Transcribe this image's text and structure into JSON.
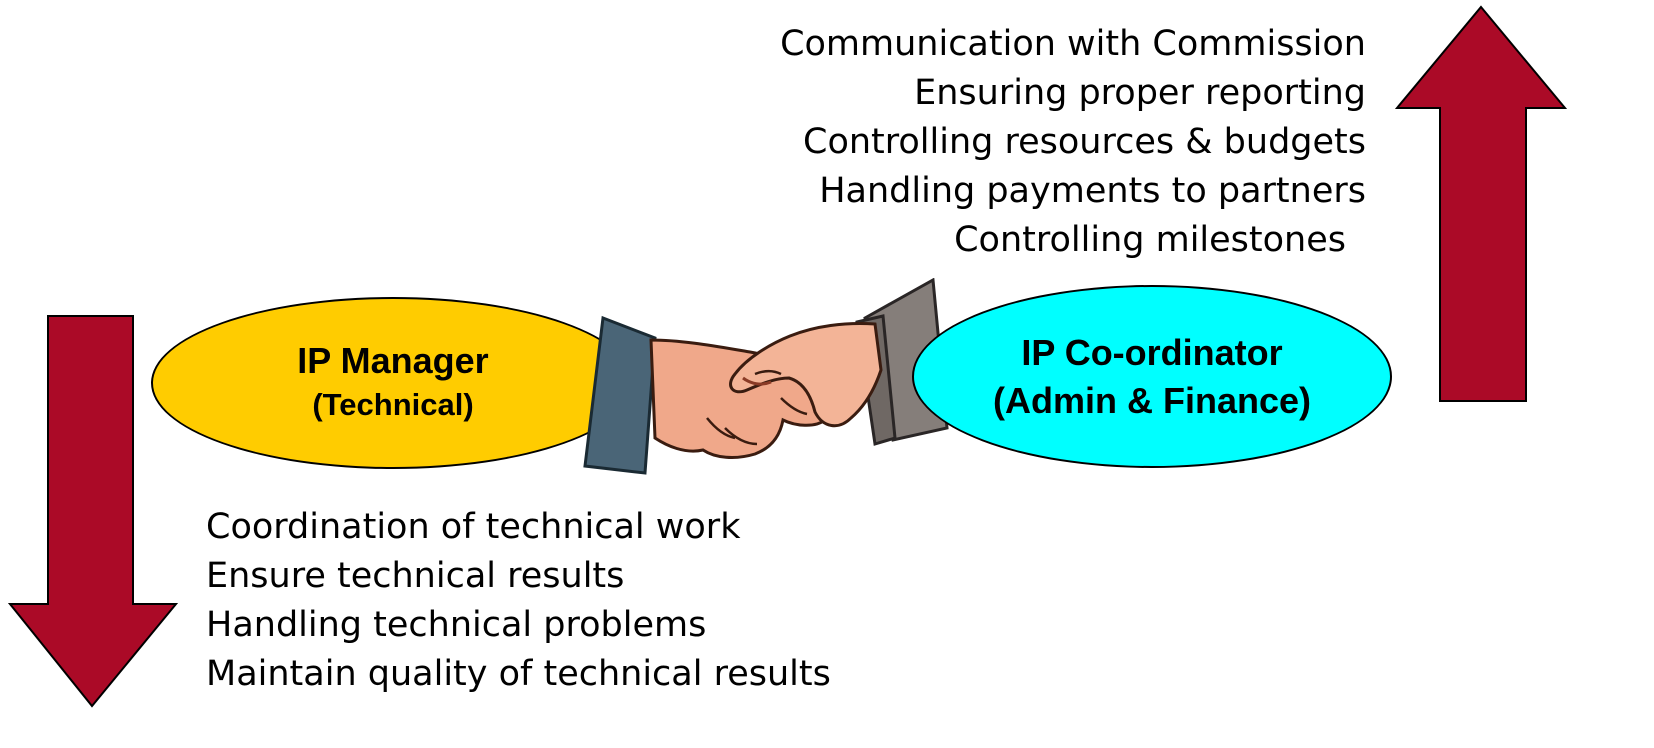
{
  "colors": {
    "arrow_fill": "#ab0a27",
    "manager_fill": "#ffcc00",
    "coordinator_fill": "#00ffff",
    "sleeve_left": "#4a6577",
    "sleeve_right": "#857e7a",
    "skin": "#f0a88a"
  },
  "icons": {
    "up_arrow": "arrow-up-icon",
    "down_arrow": "arrow-down-icon",
    "handshake": "handshake-icon"
  },
  "coordinator_duties": [
    "Communication with Commission",
    "Ensuring proper reporting",
    "Controlling resources & budgets",
    "Handling payments to partners",
    "Controlling milestones"
  ],
  "manager_duties": [
    "Coordination of technical work",
    "Ensure technical results",
    "Handling technical problems",
    "Maintain quality of technical results"
  ],
  "manager": {
    "title": "IP Manager",
    "subtitle": "(Technical)"
  },
  "coordinator": {
    "title": "IP Co-ordinator",
    "subtitle": "(Admin & Finance)"
  }
}
